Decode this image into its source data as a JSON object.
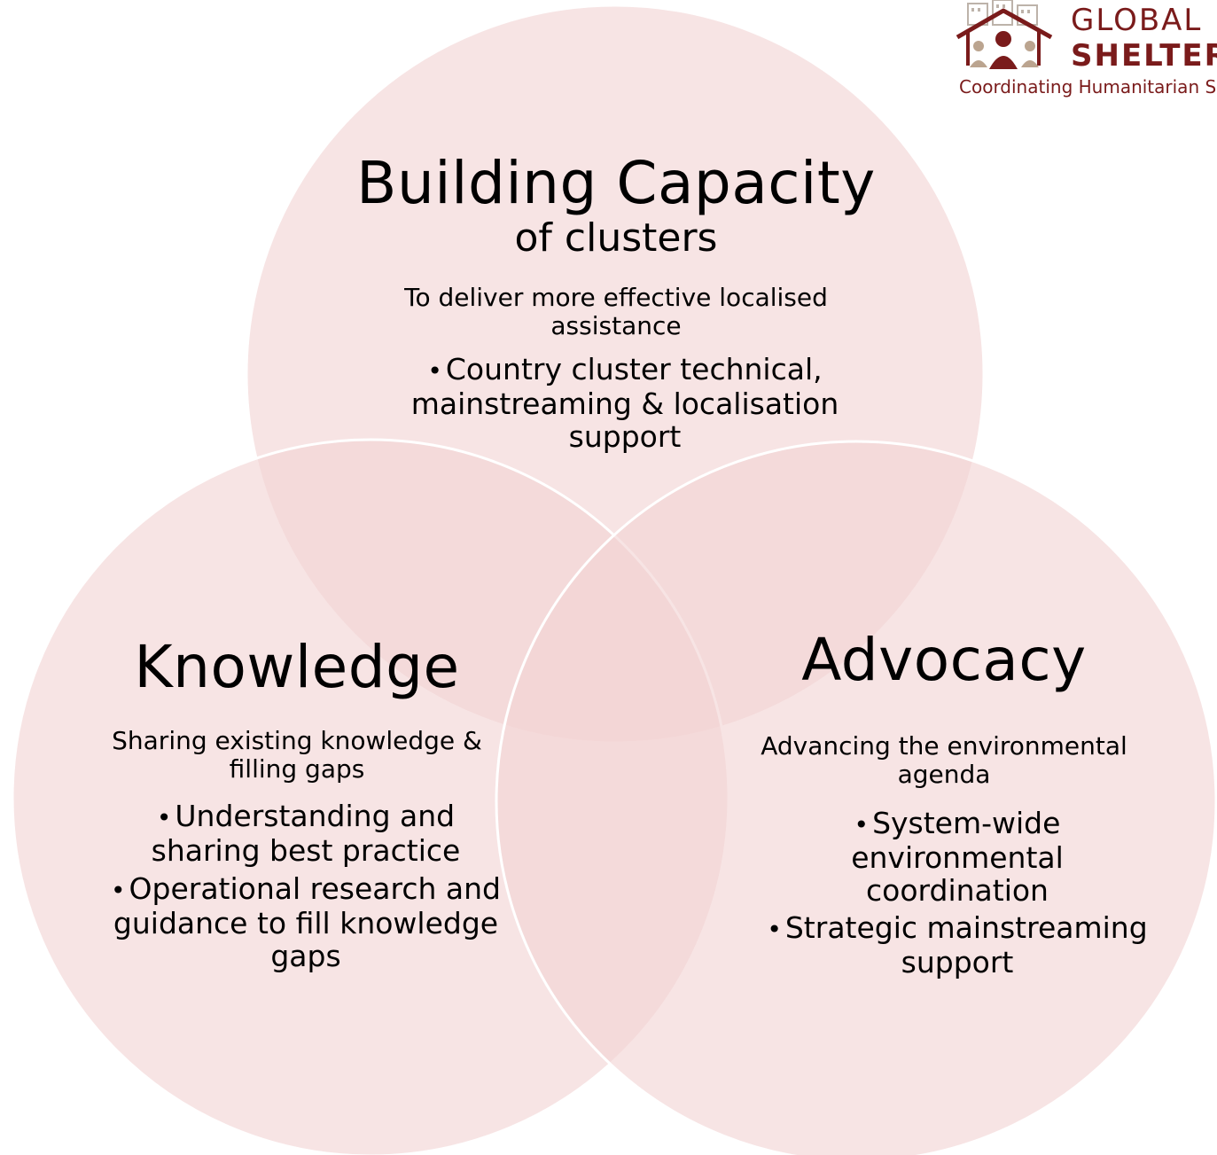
{
  "logo": {
    "line1": "GLOBAL",
    "line2": "SHELTER",
    "tagline": "Coordinating Humanitarian Shelter",
    "icon": "shelter-house-people-icon",
    "color": "#7a1b1b"
  },
  "colors": {
    "circle_fill": "#f2d4d4",
    "circle_stroke": "#ffffff",
    "text": "#000000"
  },
  "circles": {
    "building_capacity": {
      "title": "Building Capacity",
      "subtitle": "of clusters",
      "lead": "To deliver more effective localised assistance",
      "bullets": [
        "Country cluster technical, mainstreaming & localisation support"
      ]
    },
    "knowledge": {
      "title": "Knowledge",
      "lead": "Sharing existing knowledge & filling gaps",
      "bullets": [
        "Understanding and sharing best practice",
        "Operational research and guidance to fill knowledge gaps"
      ]
    },
    "advocacy": {
      "title": "Advocacy",
      "lead": "Advancing the environmental agenda",
      "bullets": [
        "System-wide environmental coordination",
        "Strategic mainstreaming support"
      ]
    }
  }
}
